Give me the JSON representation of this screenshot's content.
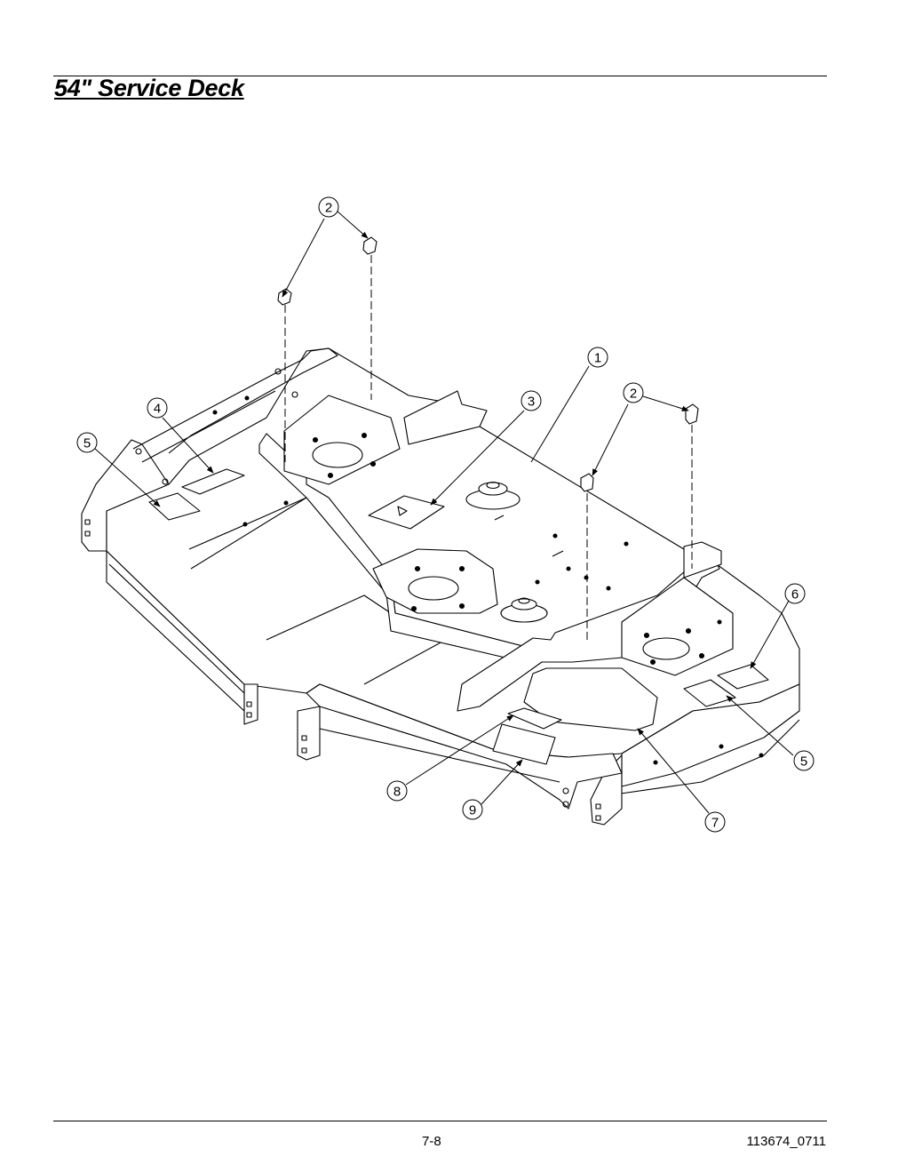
{
  "header": {
    "title": "54\" Service Deck"
  },
  "callouts": [
    "1",
    "2",
    "2",
    "3",
    "4",
    "5",
    "5",
    "6",
    "7",
    "8",
    "9"
  ],
  "footer": {
    "page": "7-8",
    "doc": "113674_0711"
  }
}
